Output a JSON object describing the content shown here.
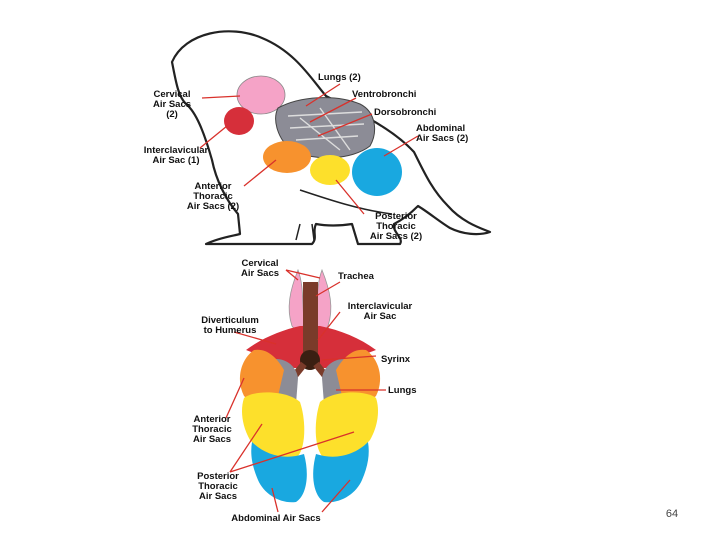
{
  "slide": {
    "page_number": "64"
  },
  "colors": {
    "cervical": "#f5a3c7",
    "interclavicular": "#d62f3a",
    "anterior_thoracic": "#f7922e",
    "posterior_thoracic": "#fde02b",
    "abdominal": "#19a8e0",
    "lungs": "#8c8c96",
    "trachea": "#7a3b2a",
    "pointer": "#d9312b"
  },
  "side_view": {
    "labels": {
      "cervical_1": "Cervical",
      "cervical_2": "Air Sacs",
      "cervical_3": "(2)",
      "lungs": "Lungs (2)",
      "ventrobronchi": "Ventrobronchi",
      "dorsobronchi": "Dorsobronchi",
      "abdominal_1": "Abdominal",
      "abdominal_2": "Air Sacs (2)",
      "interclavicular_1": "Interclavicular",
      "interclavicular_2": "Air Sac (1)",
      "anterior_1": "Anterior",
      "anterior_2": "Thoracic",
      "anterior_3": "Air Sacs (2)",
      "posterior_1": "Posterior",
      "posterior_2": "Thoracic",
      "posterior_3": "Air Sacs (2)"
    }
  },
  "ventral_view": {
    "labels": {
      "cervical_1": "Cervical",
      "cervical_2": "Air Sacs",
      "trachea": "Trachea",
      "diverticulum_1": "Diverticulum",
      "diverticulum_2": "to Humerus",
      "interclavicular_1": "Interclavicular",
      "interclavicular_2": "Air Sac",
      "syrinx": "Syrinx",
      "lungs": "Lungs",
      "anterior_1": "Anterior",
      "anterior_2": "Thoracic",
      "anterior_3": "Air Sacs",
      "posterior_1": "Posterior",
      "posterior_2": "Thoracic",
      "posterior_3": "Air Sacs",
      "abdominal": "Abdominal Air Sacs"
    }
  }
}
